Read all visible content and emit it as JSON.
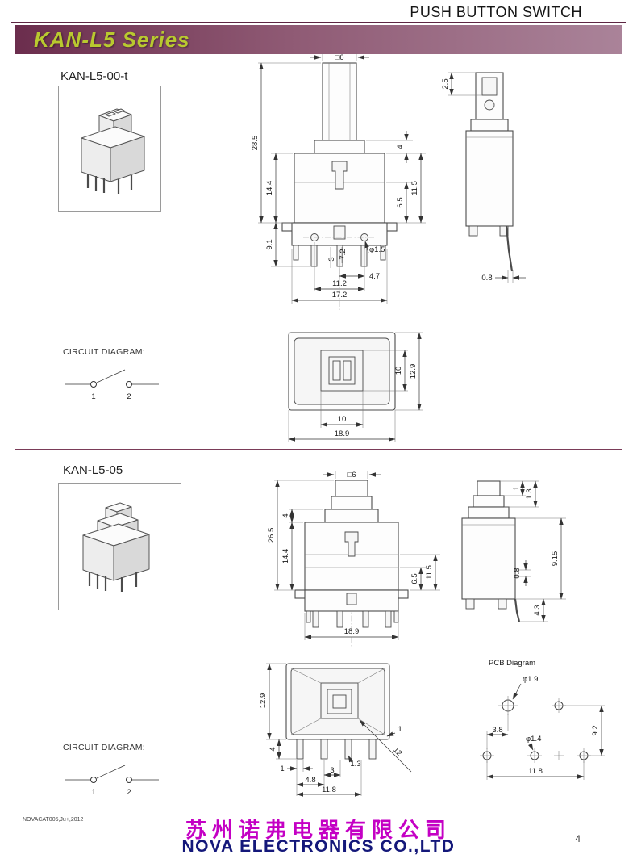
{
  "header": {
    "title": "PUSH BUTTON SWITCH",
    "series_title": "KAN-L5 Series"
  },
  "circuit": {
    "label": "CIRCUIT DIAGRAM:",
    "terminal_1": "1",
    "terminal_2": "2"
  },
  "section1": {
    "model": "KAN-L5-00-t",
    "front": {
      "top_square": "□6",
      "total_height": "28.5",
      "body_height": "14.4",
      "pin_length": "9.1",
      "collar_height": "4",
      "right_span_a": "11.5",
      "right_span_b": "6.5",
      "pin_offset": "3",
      "pin_pitch": "7.2",
      "hole_dia": "φ1.5",
      "hole_offset": "4.7",
      "hole_span": "11.2",
      "base_width": "17.2"
    },
    "side": {
      "top_depth": "2.5",
      "pin_thickness": "0.8"
    },
    "bottom": {
      "inner_height": "10",
      "height": "12.9",
      "inner_width": "10",
      "width": "18.9"
    }
  },
  "section2": {
    "model": "KAN-L5-05",
    "front": {
      "top_square": "□6",
      "total_height": "26.5",
      "collar_height": "4",
      "body_height": "14.4",
      "right_span_a": "11.5",
      "right_span_b": "6.5",
      "base_width": "18.9"
    },
    "side": {
      "top_a": "1",
      "top_b": "1.3",
      "right_a": "0.8",
      "right_b": "9.15",
      "right_c": "4.3"
    },
    "bottom": {
      "height": "12.9",
      "pin_length": "4",
      "pin_width": "1",
      "pin_a": "4.8",
      "pin_b": "3",
      "pin_span": "11.8",
      "pin_c": "1.3",
      "diag": "12",
      "edge": "1"
    },
    "pcb": {
      "title": "PCB Diagram",
      "hole_large": "φ1.9",
      "hole_small": "φ1.4",
      "pitch_a": "3.8",
      "pitch_y": "9.2",
      "pitch_x": "11.8"
    }
  },
  "footer": {
    "catalog_code": "NOVACAT005,Ju+,2012",
    "company_cn": "苏州诺弗电器有限公司",
    "company_en": "NOVA ELECTRONICS CO.,LTD",
    "page_number": "4"
  }
}
